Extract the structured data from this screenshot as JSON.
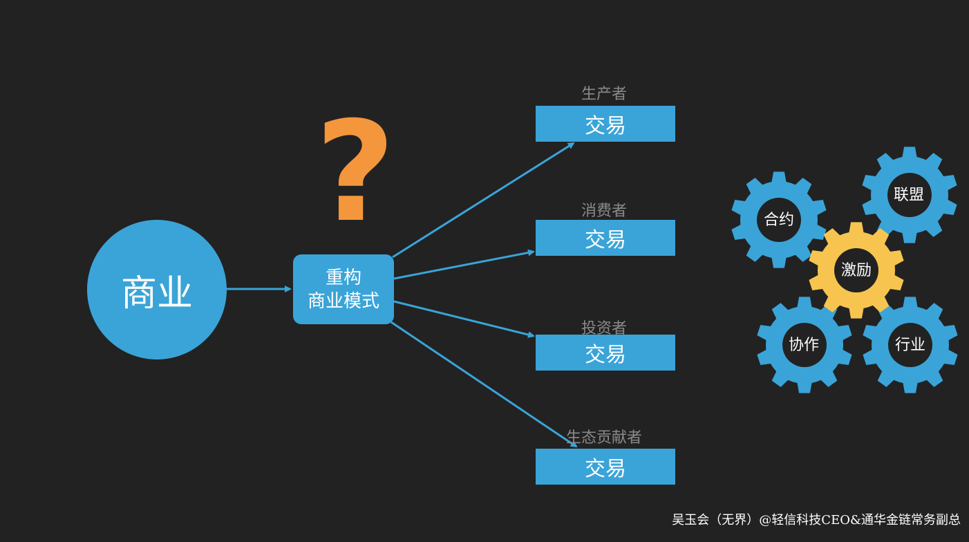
{
  "root": {
    "label": "商业"
  },
  "question_mark": "?",
  "center": {
    "line1": "重构",
    "line2": "商业模式"
  },
  "targets": [
    {
      "role": "生产者",
      "trade": "交易"
    },
    {
      "role": "消费者",
      "trade": "交易"
    },
    {
      "role": "投资者",
      "trade": "交易"
    },
    {
      "role": "生态贡献者",
      "trade": "交易"
    }
  ],
  "gears": [
    {
      "label": "合约",
      "color": "#3aa4d8"
    },
    {
      "label": "联盟",
      "color": "#3aa4d8"
    },
    {
      "label": "激励",
      "color": "#f7c54f"
    },
    {
      "label": "协作",
      "color": "#3aa4d8"
    },
    {
      "label": "行业",
      "color": "#3aa4d8"
    }
  ],
  "colors": {
    "blue": "#3aa4d8",
    "orange": "#f4963c",
    "yellow": "#f7c54f",
    "background": "#222222",
    "gray_label": "#8a8a8a"
  },
  "credit": "吴玉会（无界）@轻信科技CEO&通华金链常务副总"
}
